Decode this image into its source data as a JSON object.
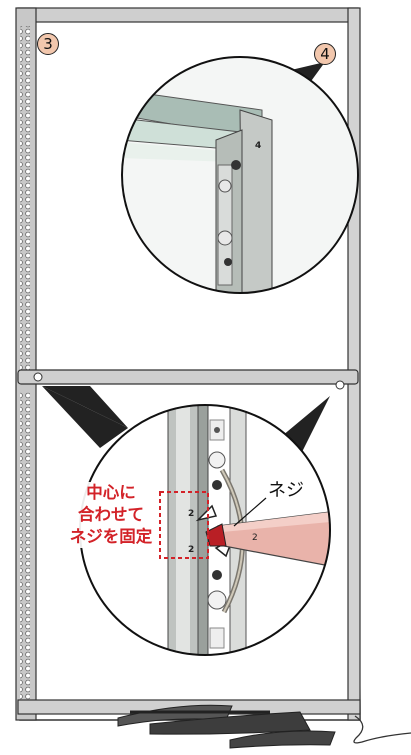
{
  "steps": {
    "step_3": "3",
    "step_4": "4"
  },
  "callout": {
    "line1": "中心に",
    "line2": "合わせて",
    "line3": "ネジを固定"
  },
  "screw_label": "ネジ",
  "parts": {
    "rail_mark_top": "4",
    "rail_mark_bottom_a": "2",
    "rail_mark_bottom_b": "2",
    "screwdriver_mark": "2"
  },
  "colors": {
    "accent_red": "#d32228",
    "badge_fill": "#f2c7ad",
    "frame_gray": "#bdbdbd",
    "screwdriver_pink": "#e9b3aa"
  }
}
